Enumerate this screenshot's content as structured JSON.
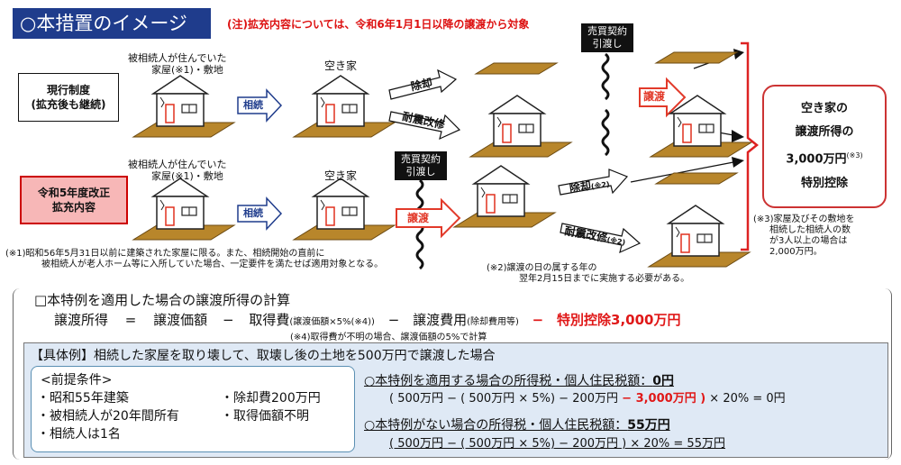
{
  "header": {
    "title": "○本措置のイメージ",
    "note": "(注)拡充内容については、令和6年1月1日以降の譲渡から対象"
  },
  "diagram": {
    "row1_caption_line1": "被相続人が住んでいた",
    "row1_caption_line2": "家屋(※1)・敷地",
    "row1_vacant": "空き家",
    "row2_caption_line1": "被相続人が住んでいた",
    "row2_caption_line2": "家屋(※1)・敷地",
    "row2_vacant": "空き家",
    "current_line1": "現行制度",
    "current_line2": "(拡充後も継続)",
    "new_line1": "令和5年度改正",
    "new_line2": "拡充内容",
    "inherit1": "相続",
    "inherit2": "相続",
    "demolish": "除却",
    "retrofit": "耐震改修",
    "transfer1": "譲渡",
    "transfer2": "譲渡",
    "contract1_line1": "売買契約",
    "contract1_line2": "引渡し",
    "contract2_line1": "売買契約",
    "contract2_line2": "引渡し",
    "demolish2": "除却",
    "demolish2_sup": "(※2)",
    "retrofit2": "耐震改修",
    "retrofit2_sup": "(※2)",
    "result_line1": "空き家の",
    "result_line2": "譲渡所得の",
    "result_line3": "3,000万円",
    "result_sup": "(※3)",
    "result_line4": "特別控除",
    "note3_line1": "(※3)家屋及びその敷地を",
    "note3_line2": "相続した相続人の数",
    "note3_line3": "が3人以上の場合は",
    "note3_line4": "2,000万円。",
    "note1_line1": "(※1)昭和56年5月31日以前に建築された家屋に限る。また、相続開始の直前に",
    "note1_line2": "被相続人が老人ホーム等に入所していた場合、一定要件を満たせば適用対象となる。",
    "note2_line1": "(※2)譲渡の日の属する年の",
    "note2_line2": "翌年2月15日までに実施する必要がある。"
  },
  "calc": {
    "title": "□本特例を適用した場合の譲渡所得の計算",
    "f_income": "譲渡所得",
    "f_eq": "=",
    "f_price": "譲渡価額",
    "f_minus1": "−",
    "f_cost": "取得費",
    "f_cost_note": "(譲渡価額×5%(※4))",
    "f_minus2": "−",
    "f_expense": "譲渡費用",
    "f_expense_note": "(除却費用等)",
    "f_minus3": "−",
    "f_deduction": "特別控除3,000万円",
    "note4": "(※4)取得費が不明の場合、譲渡価額の5%で計算"
  },
  "example": {
    "title": "【具体例】相続した家屋を取り壊して、取壊し後の土地を500万円で譲渡した場合",
    "cond_title": "<前提条件>",
    "cond1": "・昭和55年建築",
    "cond2": "・除却費200万円",
    "cond3": "・被相続人が20年間所有",
    "cond4": "・取得価額不明",
    "cond5": "・相続人は1名",
    "tax_with_label": "○本特例を適用する場合の所得税・個人住民税額：",
    "tax_with_value": "0円",
    "calc_with_pre": "( 500万円 − ( 500万円 × 5%) − 200万円 ",
    "calc_with_red": "− 3,000万円 )",
    "calc_with_post": " × 20% = 0円",
    "tax_without_label": "○本特例がない場合の所得税・個人住民税額：",
    "tax_without_value": "55万円",
    "calc_without": "( 500万円 − ( 500万円 × 5%) − 200万円 ) × 20% = 55万円"
  }
}
